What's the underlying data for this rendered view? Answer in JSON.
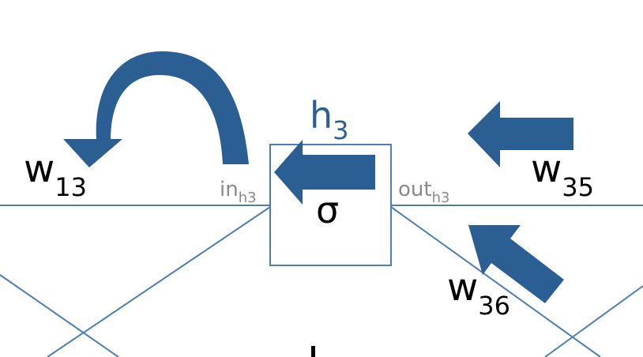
{
  "colors": {
    "line": "#4a7fb5",
    "arrow": "#2b5f93",
    "arrow_dark": "#214d78",
    "gray_text": "#8a8a8a",
    "node_label": "#2b5f93"
  },
  "node": {
    "name": "h",
    "subscript": "3",
    "activation": "σ"
  },
  "input_label": {
    "base": "in",
    "subscript": "h3"
  },
  "output_label": {
    "base": "out",
    "subscript": "h3"
  },
  "weights": {
    "w13": {
      "base": "w",
      "subscript": "13"
    },
    "w35": {
      "base": "w",
      "subscript": "35"
    },
    "w36": {
      "base": "w",
      "subscript": "36"
    }
  }
}
